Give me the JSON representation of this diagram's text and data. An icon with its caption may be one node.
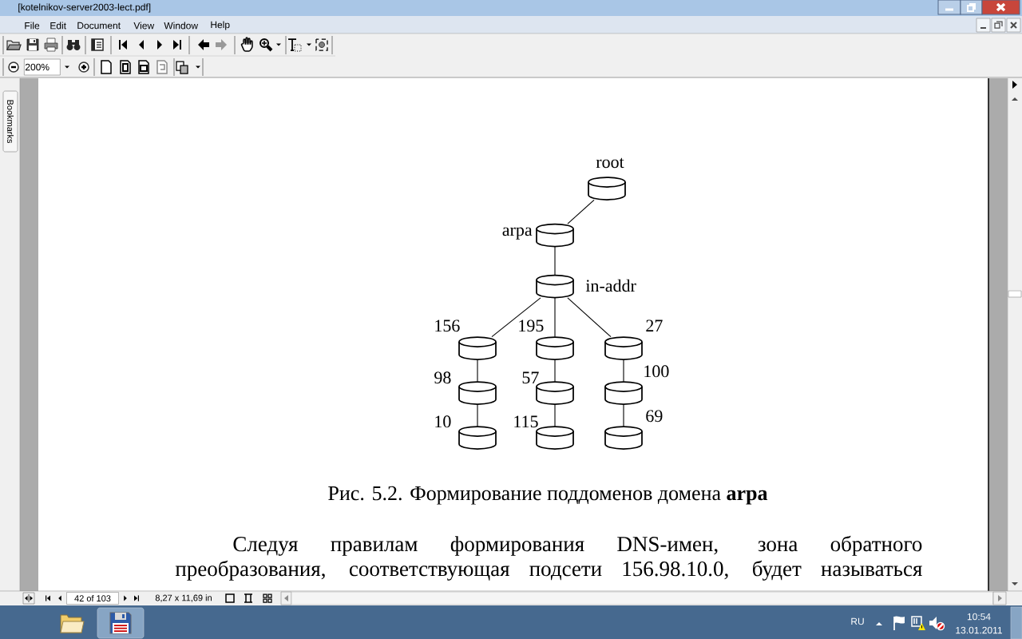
{
  "diagram": {
    "caption": "Рис. 5.2. Формирование поддоменов домена **arpa**",
    "nodes": [
      {
        "text": [],
        "shape": "cylinder",
        "beside": [
          "root"
        ]
      },
      {
        "text": [],
        "shape": "cylinder",
        "beside": [
          "arpa"
        ]
      },
      {
        "text": [],
        "shape": "cylinder",
        "beside": [
          "in-addr"
        ]
      },
      {
        "text": [],
        "shape": "cylinder",
        "beside": [
          "156"
        ]
      },
      {
        "text": [],
        "shape": "cylinder",
        "beside": [
          "195"
        ]
      },
      {
        "text": [],
        "shape": "cylinder",
        "beside": [
          "27"
        ]
      },
      {
        "text": [],
        "shape": "cylinder",
        "beside": [
          "98"
        ]
      },
      {
        "text": [],
        "shape": "cylinder",
        "beside": [
          "57"
        ]
      },
      {
        "text": [],
        "shape": "cylinder",
        "beside": [
          "100"
        ]
      },
      {
        "text": [],
        "shape": "cylinder",
        "beside": [
          "10"
        ]
      },
      {
        "text": [],
        "shape": "cylinder",
        "beside": [
          "115"
        ]
      },
      {
        "text": [],
        "shape": "cylinder",
        "beside": [
          "69"
        ]
      }
    ],
    "edges": [
      {
        "from": 0,
        "to": 1,
        "arrow": "none"
      },
      {
        "from": 1,
        "to": 2,
        "arrow": "none"
      },
      {
        "from": 2,
        "to": 3,
        "arrow": "none"
      },
      {
        "from": 2,
        "to": 4,
        "arrow": "none"
      },
      {
        "from": 2,
        "to": 5,
        "arrow": "none"
      },
      {
        "from": 3,
        "to": 6,
        "arrow": "none"
      },
      {
        "from": 4,
        "to": 7,
        "arrow": "none"
      },
      {
        "from": 5,
        "to": 8,
        "arrow": "none"
      },
      {
        "from": 6,
        "to": 9,
        "arrow": "none"
      },
      {
        "from": 7,
        "to": 10,
        "arrow": "none"
      },
      {
        "from": 8,
        "to": 11,
        "arrow": "none"
      }
    ],
    "labels": [
      "[kotelnikov-server2003-lect.pdf]",
      "File",
      "Edit",
      "Document",
      "View",
      "Window",
      "Help",
      "200%",
      "Bookmarks",
      "Следуя правилам формирования DNS-имен, зона обратного преобразования, соответствующая подсети 156.98.10.0, будет называться",
      "42 of 103",
      "8,27 x 11,69 in",
      "RU",
      "10:54",
      "13.01.2011"
    ]
  }
}
